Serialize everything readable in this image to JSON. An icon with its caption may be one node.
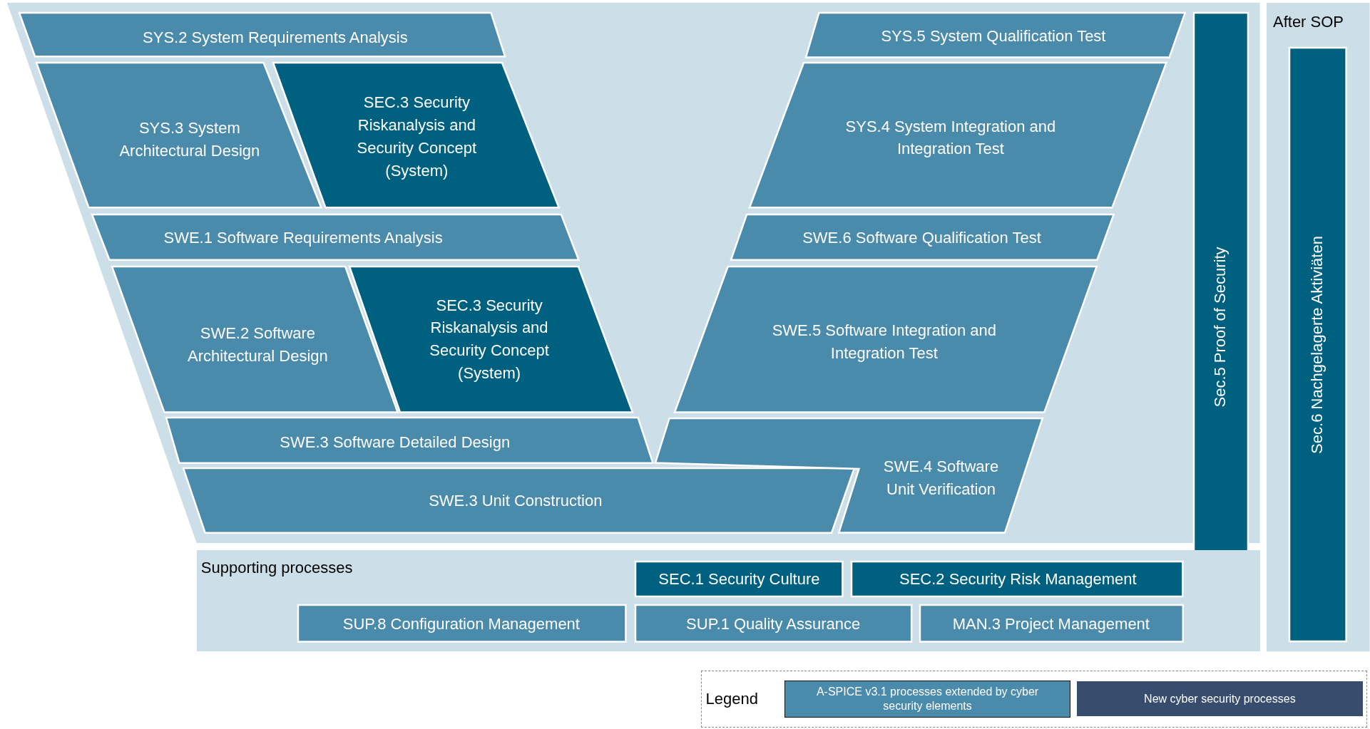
{
  "diagram": {
    "nodes": [
      {
        "text": [
          "SYS.2 System Requirements Analysis"
        ]
      },
      {
        "text": [
          "SYS.3 System Architectural Design"
        ]
      },
      {
        "text": [
          "SEC.3 Security Riskanalysis and Security Concept (System)"
        ]
      },
      {
        "text": [
          "SWE.1 Software Requirements Analysis"
        ]
      },
      {
        "text": [
          "SWE.2 Software Architectural Design"
        ]
      },
      {
        "text": [
          "SEC.3 Security Riskanalysis and Security Concept (System)"
        ]
      },
      {
        "text": [
          "SWE.3 Software Detailed Design"
        ]
      },
      {
        "text": [
          "SWE.3 Unit Construction"
        ]
      },
      {
        "text": [
          "SYS.5 System Qualification Test"
        ]
      },
      {
        "text": [
          "SYS.4 System Integration and Integration Test"
        ]
      },
      {
        "text": [
          "SWE.6 Software Qualification Test"
        ]
      },
      {
        "text": [
          "SWE.5 Software Integration and Integration Test"
        ]
      },
      {
        "text": [
          "SWE.4 Software Unit Verification"
        ]
      },
      {
        "text": [
          "Sec.5 Proof of Security"
        ]
      },
      {
        "text": [
          "After SOP"
        ]
      },
      {
        "text": [
          "Sec.6 Nachgelagerte Aktiviäten"
        ],
        "in": 14
      },
      {
        "text": [
          "Supporting processes"
        ]
      },
      {
        "text": [
          "SEC.1 Security Culture"
        ],
        "in": 16
      },
      {
        "text": [
          "SEC.2 Security Risk Management"
        ],
        "in": 16
      },
      {
        "text": [
          "SUP.8 Configuration Management"
        ],
        "in": 16
      },
      {
        "text": [
          "SUP.1 Quality Assurance"
        ],
        "in": 16
      },
      {
        "text": [
          "MAN.3 Project Management"
        ],
        "in": 16
      }
    ],
    "labels": [
      "Legend"
    ],
    "legend": [
      {
        "text": "A-SPICE v3.1 processes extended by cyber security elements",
        "color": "#4a8aab"
      },
      {
        "text": "New cyber security processes",
        "color": "#384d6e"
      }
    ]
  }
}
